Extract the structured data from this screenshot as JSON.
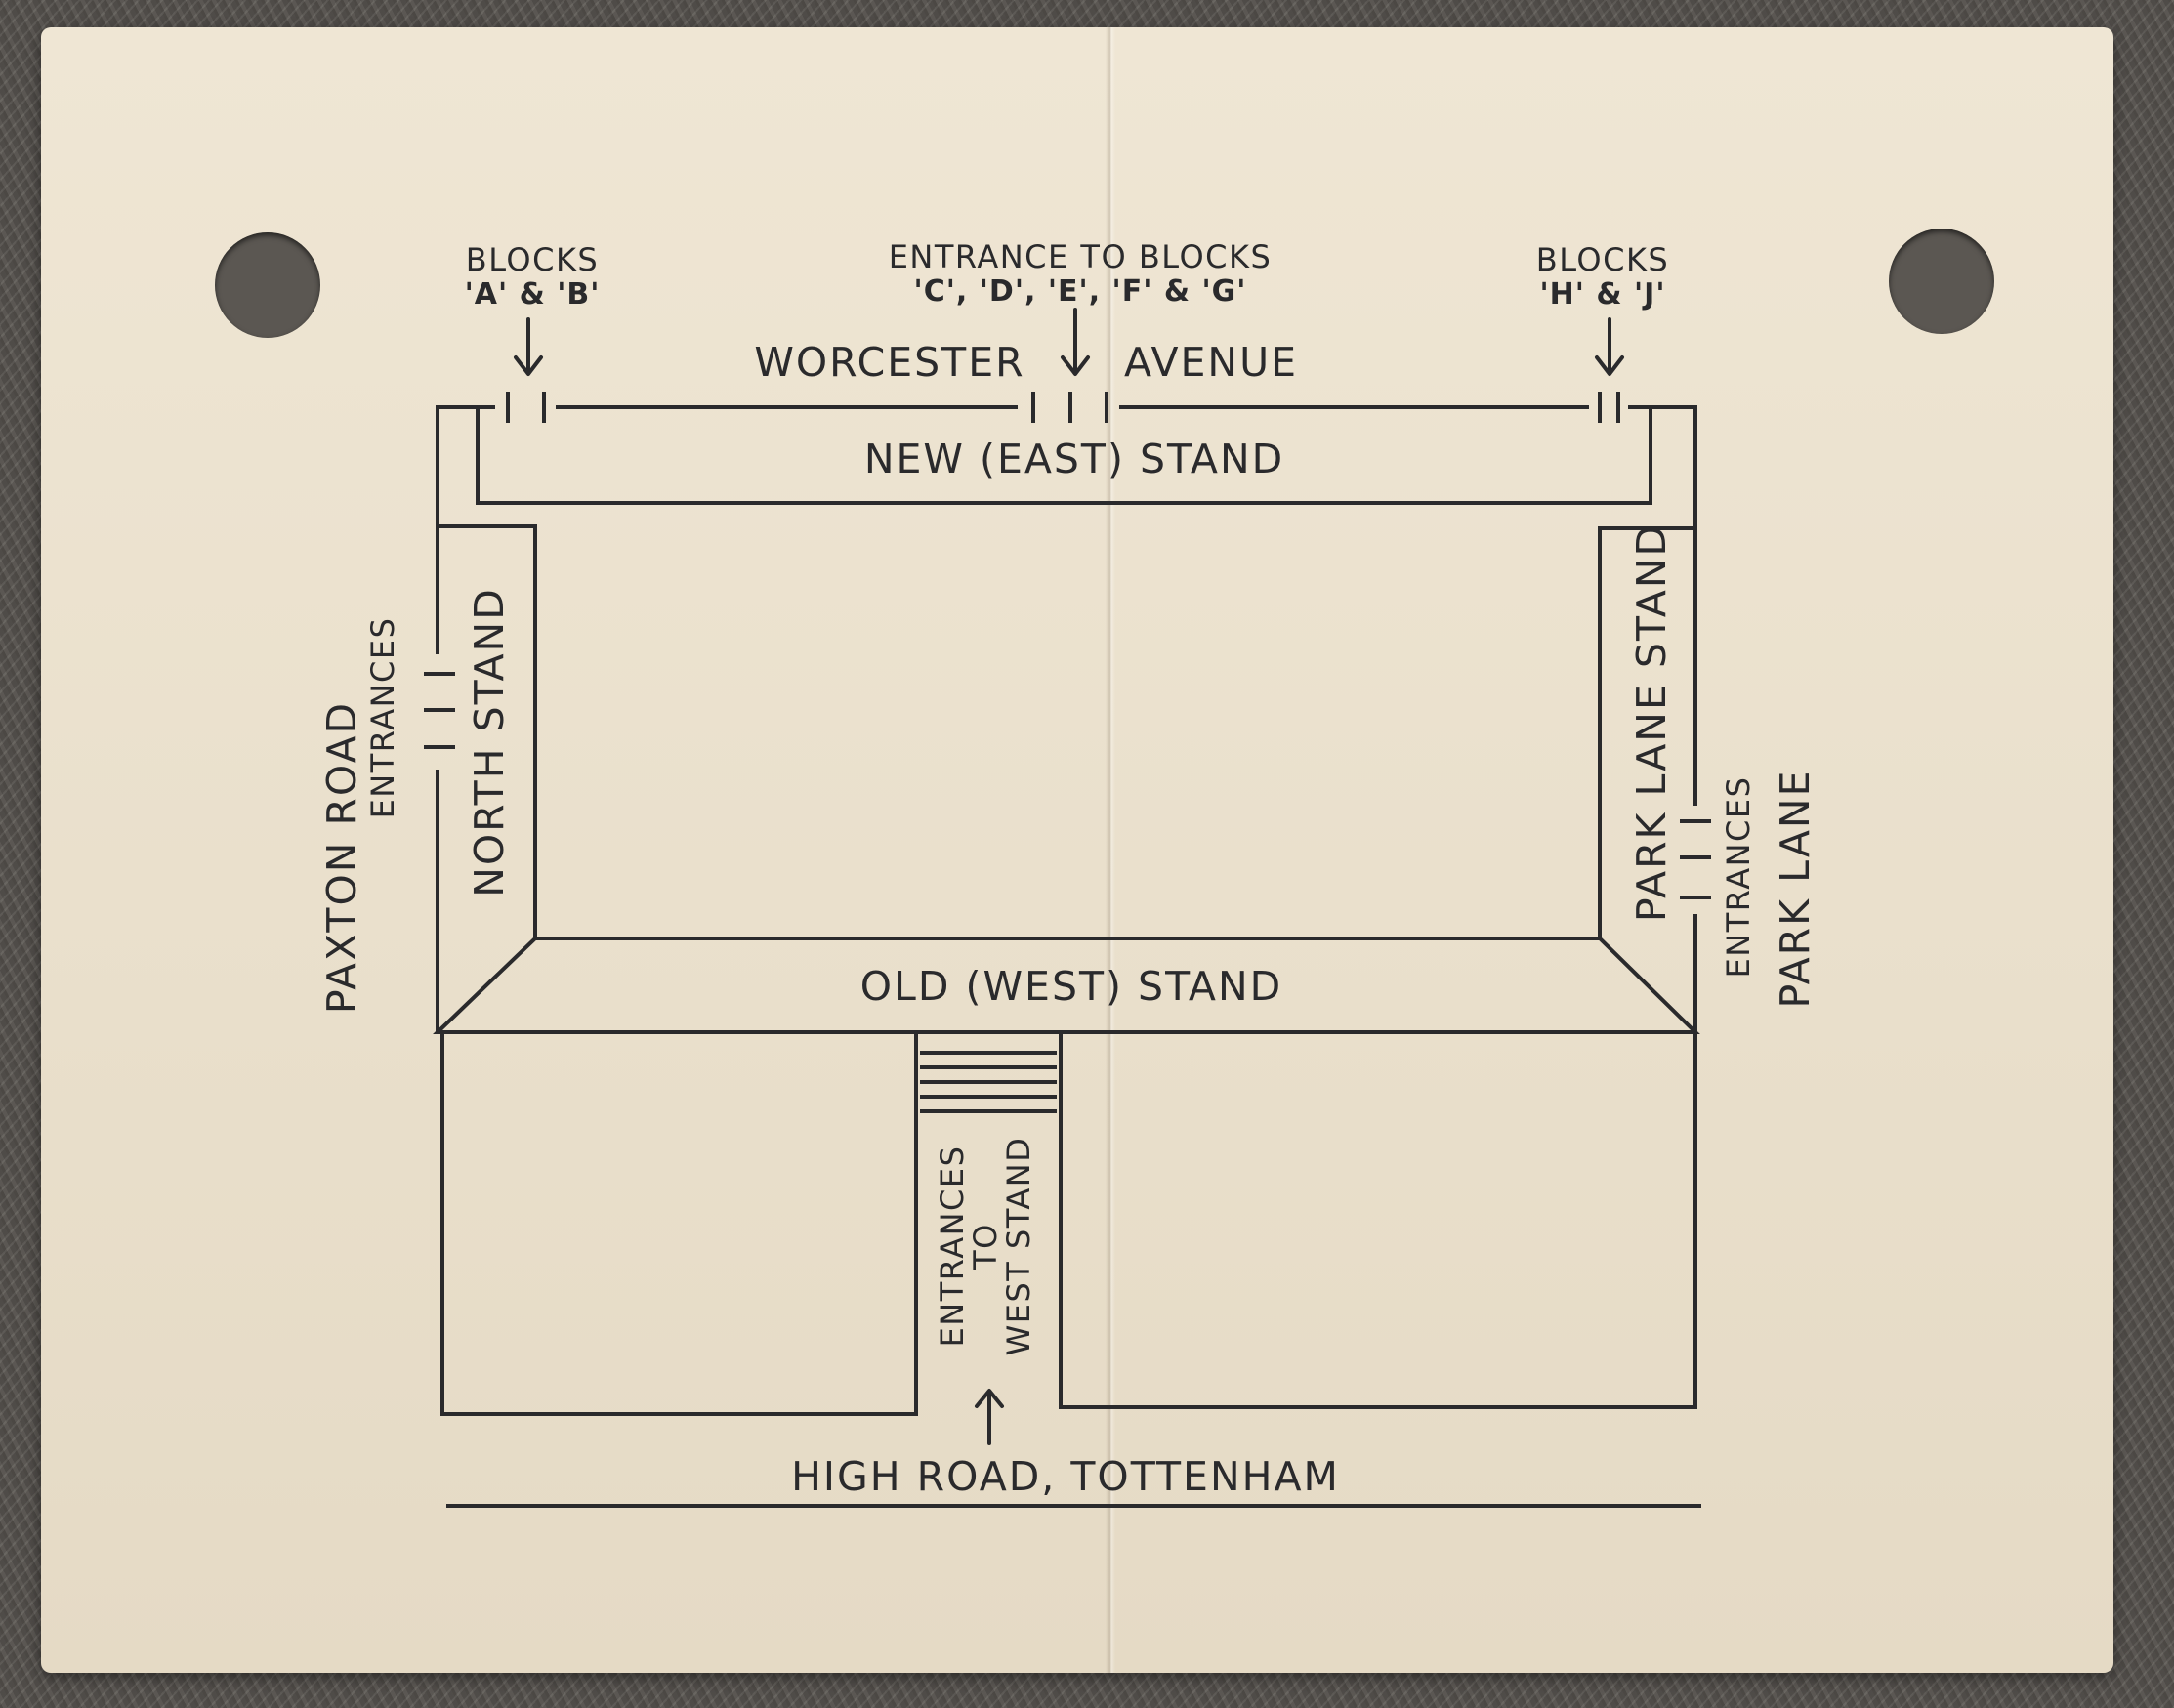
{
  "map": {
    "top_road": {
      "left": "WORCESTER",
      "right": "AVENUE"
    },
    "blocks_ab": {
      "line1": "BLOCKS",
      "line2": "'A' & 'B'"
    },
    "blocks_cg": {
      "line1": "ENTRANCE TO BLOCKS",
      "line2": "'C', 'D', 'E', 'F' & 'G'"
    },
    "blocks_hj": {
      "line1": "BLOCKS",
      "line2": "'H' & 'J'"
    },
    "east_stand": "NEW (EAST) STAND",
    "north_stand": "NORTH STAND",
    "park_lane_stand": "PARK LANE STAND",
    "west_stand": "OLD (WEST) STAND",
    "paxton_road": "PAXTON ROAD",
    "paxton_entrances": "ENTRANCES",
    "park_lane_road": "PARK LANE",
    "park_lane_entrances": "ENTRANCES",
    "west_entrances": {
      "line1": "ENTRANCES",
      "line2": "TO",
      "line3": "WEST STAND"
    },
    "bottom_road": "HIGH ROAD, TOTTENHAM"
  },
  "colors": {
    "ink": "#2a2a2c",
    "card": "#ece2cf"
  }
}
